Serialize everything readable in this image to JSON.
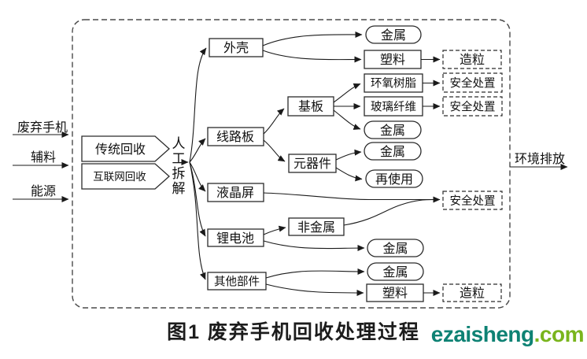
{
  "inputs": [
    {
      "label": "废弃手机"
    },
    {
      "label": "辅料"
    },
    {
      "label": "能源"
    }
  ],
  "channels": [
    {
      "label": "传统回收"
    },
    {
      "label": "互联网回收"
    }
  ],
  "process": {
    "label": "人工拆解",
    "chars": [
      "人",
      "工",
      "拆",
      "解"
    ]
  },
  "nodes": {
    "waike": "外壳",
    "xianluban": "线路板",
    "yejingping": "液晶屏",
    "lidianchi": "锂电池",
    "qitabujian": "其他部件",
    "jiban": "基板",
    "yuanqijian": "元器件",
    "feijinshu": "非金属",
    "jinshu": "金属",
    "suliao": "塑料",
    "huanyangshuzhi": "环氧树脂",
    "boliqianwei": "玻璃纤维",
    "zaishiyong": "再使用",
    "zaoli": "造粒",
    "anquanchuzhi": "安全处置"
  },
  "emission": {
    "label": "环境排放"
  },
  "caption": "图1 废弃手机回收处理过程",
  "logo": {
    "name": "ezaisheng",
    "tld": ".com"
  },
  "colors": {
    "line": "#1a1a1a",
    "logo_name": "#0e8274",
    "logo_tld": "#7ab51d"
  }
}
